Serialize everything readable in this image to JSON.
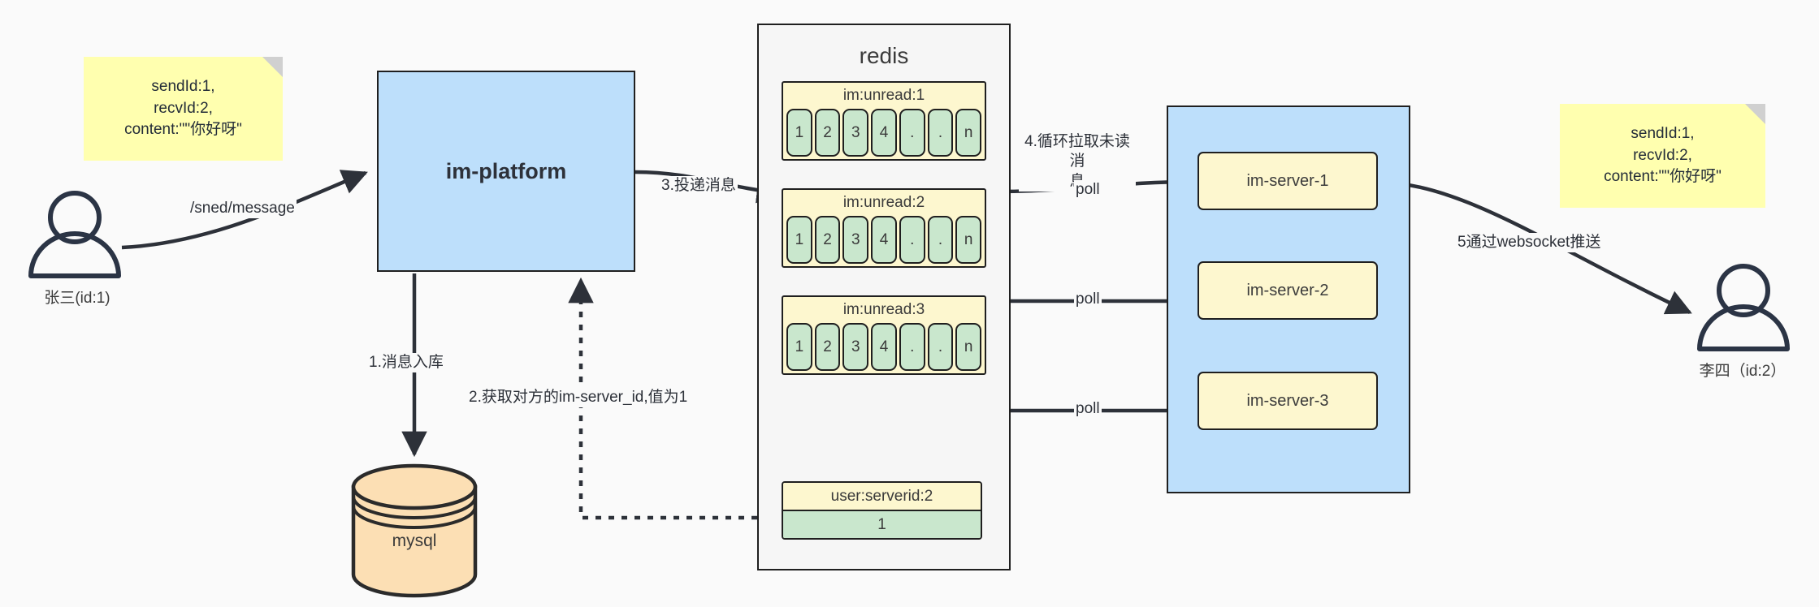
{
  "diagram": {
    "title": "IM message delivery architecture",
    "colors": {
      "note_yellow": "#ffffaf",
      "note_fold": "#d0d0d0",
      "process_blue": "#bddffb",
      "list_key_yellow": "#fdf7cf",
      "list_cell_green": "#c9e7cd",
      "db_orange": "#fcdfb4",
      "group_grey": "#f6f6f6",
      "stroke_dark": "#1f1f1f",
      "canvas_bg": "#fafafa"
    }
  },
  "notes": {
    "left": {
      "name": "message-payload-note-left",
      "text": "sendId:1,\nrecvId:2,\ncontent:\"\"你好呀\""
    },
    "right": {
      "name": "message-payload-note-right",
      "text": "sendId:1,\nrecvId:2,\ncontent:\"\"你好呀\""
    }
  },
  "actors": {
    "sender": {
      "label": "张三(id:1)"
    },
    "receiver": {
      "label": "李四（id:2）"
    }
  },
  "platform": {
    "label": "im-platform"
  },
  "database": {
    "label": "mysql"
  },
  "redis": {
    "title": "redis",
    "lists": [
      {
        "key": "im:unread:1",
        "cells": [
          "1",
          "2",
          "3",
          "4",
          ".",
          ".",
          "n"
        ]
      },
      {
        "key": "im:unread:2",
        "cells": [
          "1",
          "2",
          "3",
          "4",
          ".",
          ".",
          "n"
        ]
      },
      {
        "key": "im:unread:3",
        "cells": [
          "1",
          "2",
          "3",
          "4",
          ".",
          ".",
          "n"
        ]
      }
    ],
    "kv": {
      "key": "user:serverid:2",
      "value": "1"
    }
  },
  "servers": {
    "items": [
      {
        "label": "im-server-1"
      },
      {
        "label": "im-server-2"
      },
      {
        "label": "im-server-3"
      }
    ]
  },
  "edges": {
    "send_message": "/sned/message",
    "step1": "1.消息入库",
    "step2": "2.获取对方的im-server_id,值为1",
    "step3": "3.投递消息",
    "step4": "4.循环拉取未读消\n息",
    "poll_1": "poll",
    "poll_2": "poll",
    "poll_3": "poll",
    "step5": "5通过websocket推送"
  }
}
